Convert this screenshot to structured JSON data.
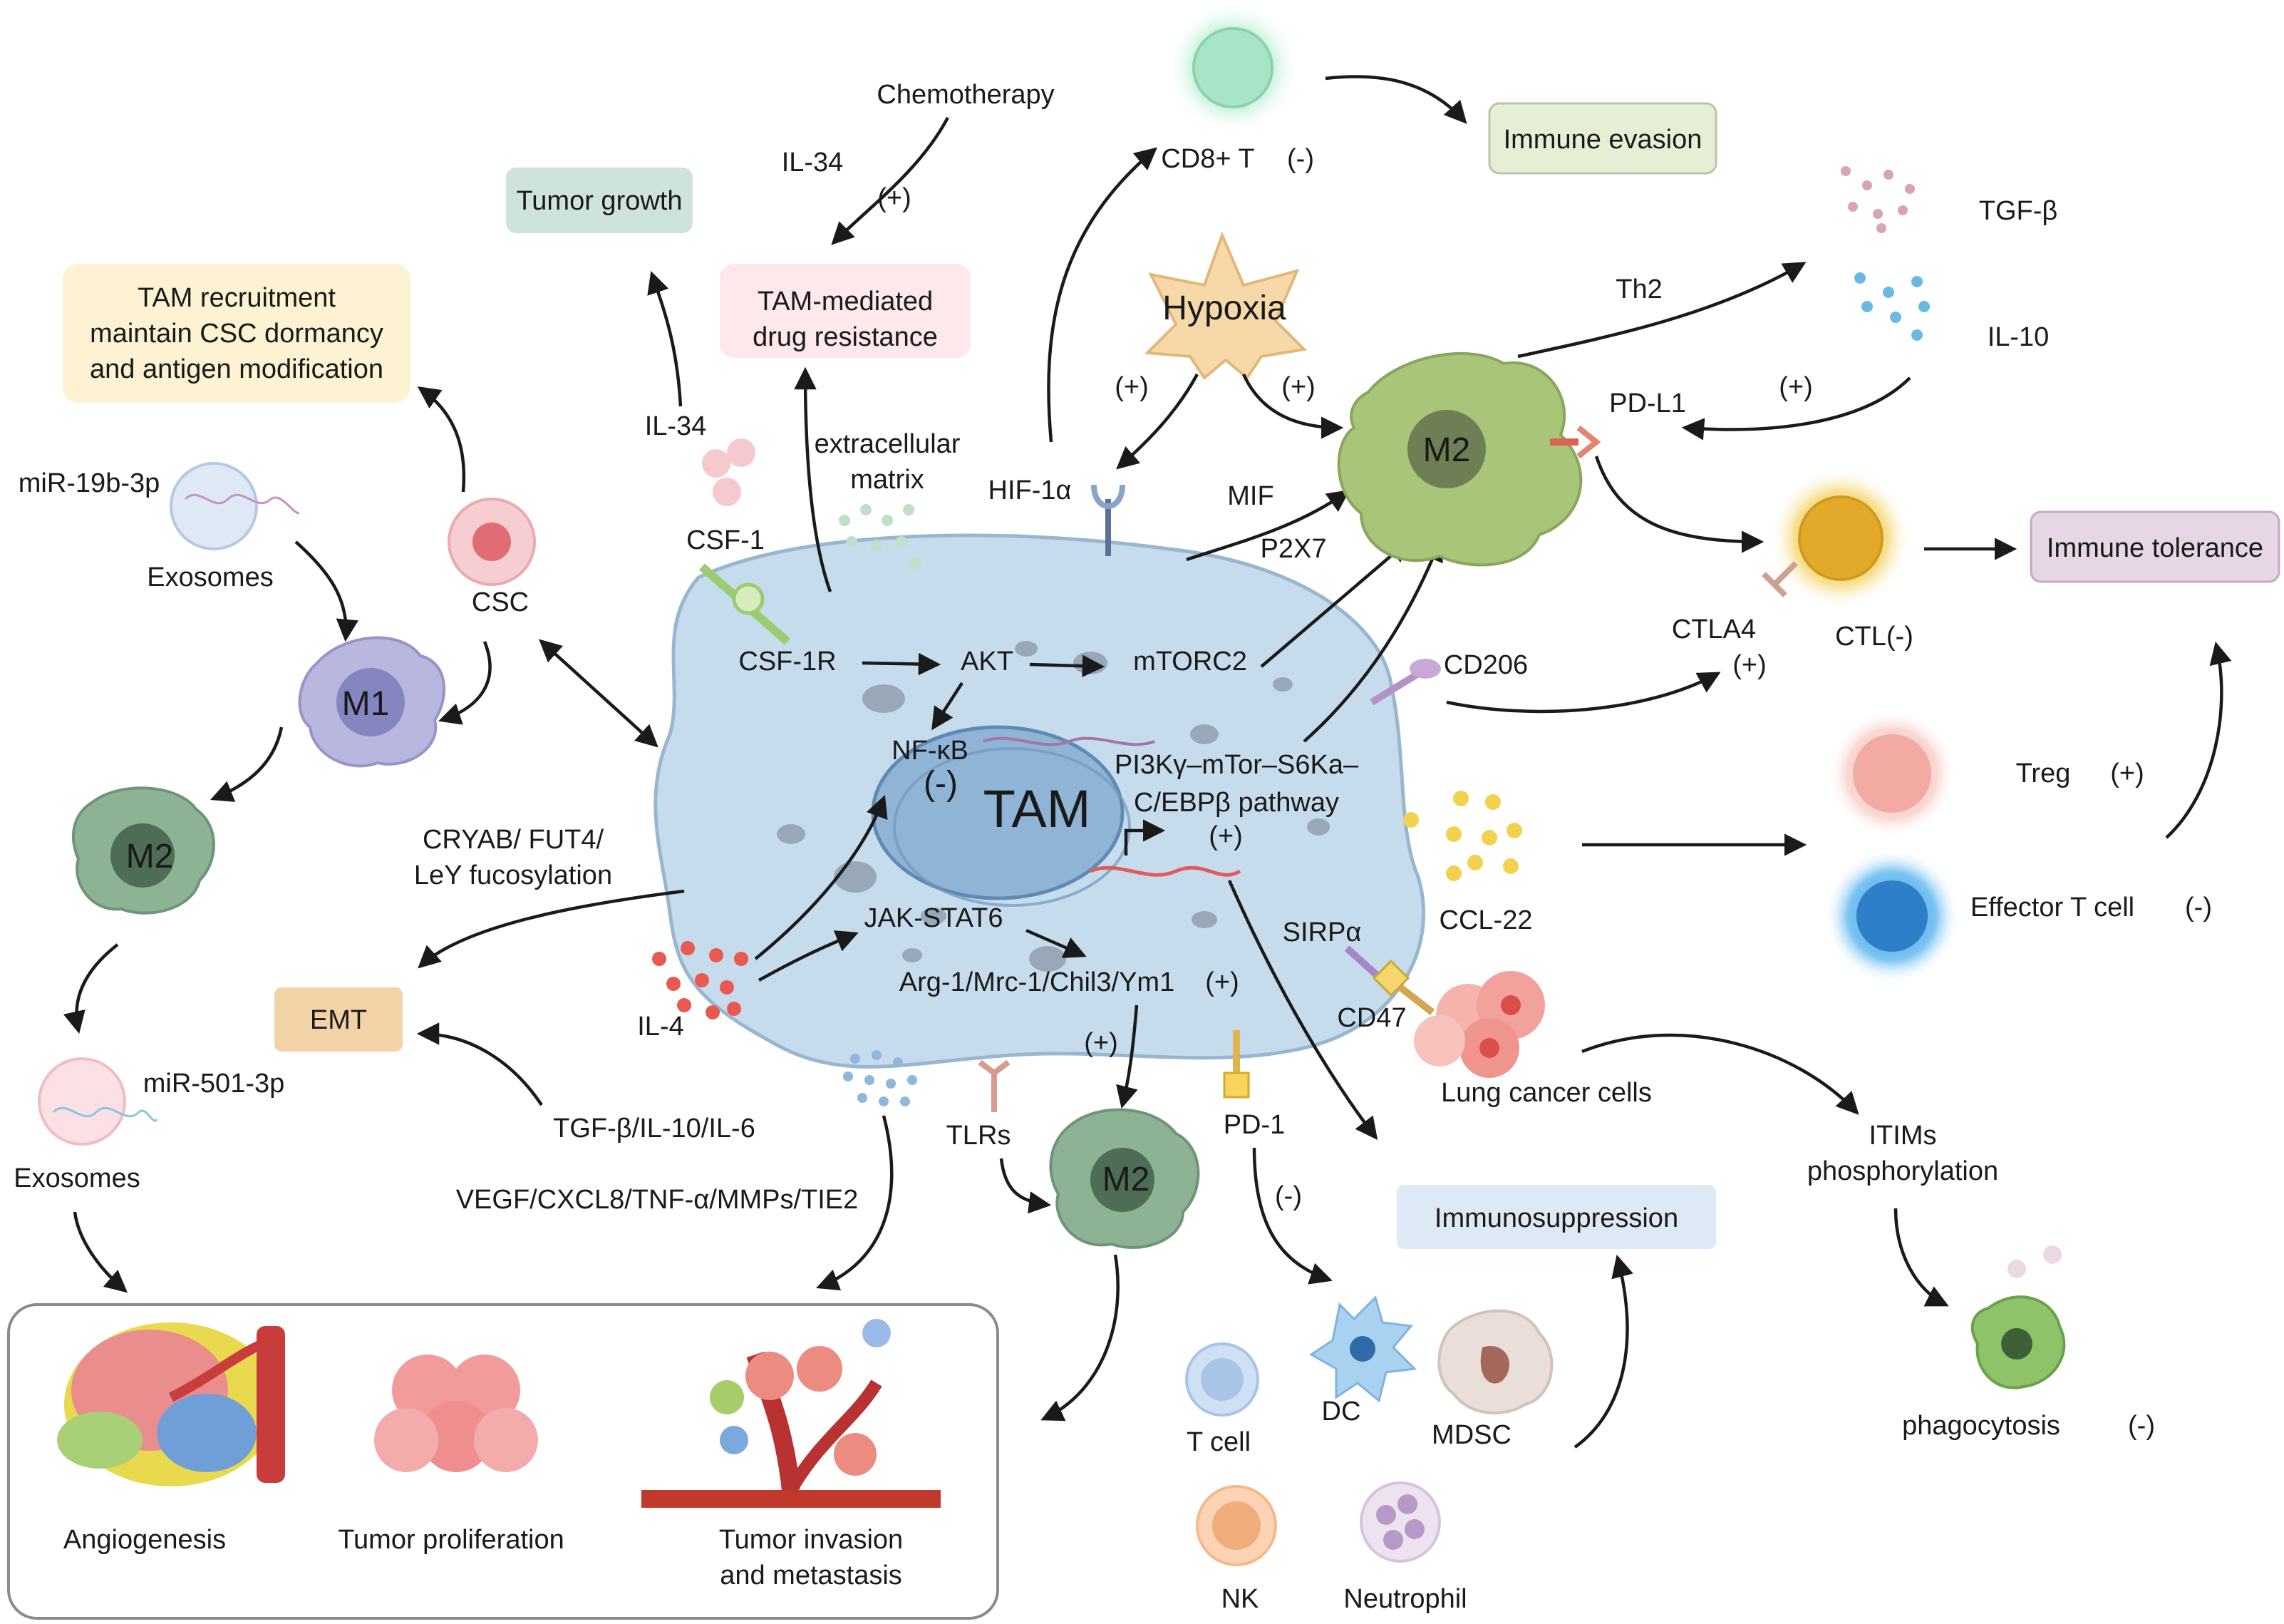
{
  "center": {
    "tam": "TAM",
    "nfkb": "NF-κB",
    "nfkb_sign": "(-)",
    "pathway_line1": "PI3Kγ–mTor–S6Ka–",
    "pathway_line2": "C/EBPβ pathway",
    "pathway_sign": "(+)"
  },
  "intracellular": {
    "csf1r": "CSF-1R",
    "akt": "AKT",
    "mtorc2": "mTORC2",
    "jakstat": "JAK-STAT6",
    "argmarkers": "Arg-1/Mrc-1/Chil3/Ym1",
    "argsign": "(+)"
  },
  "receptors": {
    "csf1": "CSF-1",
    "hif": "HIF-1α",
    "mif": "MIF",
    "p2x7": "P2X7",
    "cd206": "CD206",
    "sirpa": "SIRPα",
    "cd47": "CD47",
    "tlrs": "TLRs",
    "pd1": "PD-1",
    "pdl1": "PD-L1",
    "ctla4": "CTLA4"
  },
  "boxes": {
    "tumor_growth": "Tumor growth",
    "tam_recruit_1": "TAM recruitment",
    "tam_recruit_2": "maintain CSC dormancy",
    "tam_recruit_3": "and antigen modification",
    "drug_res_1": "TAM-mediated",
    "drug_res_2": "drug resistance",
    "immune_evasion": "Immune evasion",
    "immune_tolerance": "Immune tolerance",
    "emt": "EMT",
    "immunosuppression": "Immunosuppression"
  },
  "labels": {
    "chemotherapy": "Chemotherapy",
    "il34_top": "IL-34",
    "plus_chemo": "(+)",
    "il34_left": "IL-34",
    "ecm_1": "extracellular",
    "ecm_2": "matrix",
    "cd8": "CD8+ T",
    "cd8_sign": "(-)",
    "hypoxia": "Hypoxia",
    "hyp_plus_left": "(+)",
    "hyp_plus_right": "(+)",
    "th2": "Th2",
    "tgfb": "TGF-β",
    "il10": "IL-10",
    "il10_plus": "(+)",
    "m2_top": "M2",
    "ctl": "CTL(-)",
    "cd206_plus": "(+)",
    "treg": "Treg",
    "treg_sign": "(+)",
    "effector": "Effector T cell",
    "effector_sign": "(-)",
    "ccl22": "CCL-22",
    "lung_cancer": "Lung cancer cells",
    "itims_1": "ITIMs",
    "itims_2": "phosphorylation",
    "phago": "phagocytosis",
    "phago_sign": "(-)",
    "mir19": "miR-19b-3p",
    "exo1": "Exosomes",
    "csc": "CSC",
    "m1": "M1",
    "m2_left": "M2",
    "cryab_1": "CRYAB/ FUT4/",
    "cryab_2": "LeY fucosylation",
    "mir501": "miR-501-3p",
    "exo2": "Exosomes",
    "il4": "IL-4",
    "tgf_il": "TGF-β/IL-10/IL-6",
    "vegf": "VEGF/CXCL8/TNF-α/MMPs/TIE2",
    "m2_bottom": "M2",
    "m2b_plus": "(+)",
    "pd1_minus": "(-)",
    "tcell": "T cell",
    "dc": "DC",
    "mdsc": "MDSC",
    "nk": "NK",
    "neutrophil": "Neutrophil",
    "angio": "Angiogenesis",
    "prolif": "Tumor proliferation",
    "invasion_1": "Tumor invasion",
    "invasion_2": "and metastasis"
  },
  "colors": {
    "tam_body": "#c6dcec",
    "nucleus": "#8fb4d6",
    "m2_green": "#a8c57a",
    "m2_dark": "#8db294",
    "m1_purple": "#b7b7e0",
    "tumor_growth_bg": "#cfe3dd",
    "recruit_bg": "#fdf2d2",
    "drug_bg": "#fde8ec",
    "evasion_bg": "#e6efd6",
    "tolerance_bg": "#e6d6e6",
    "emt_bg": "#f2d3a8",
    "immunosupp_bg": "#dde9f4"
  }
}
